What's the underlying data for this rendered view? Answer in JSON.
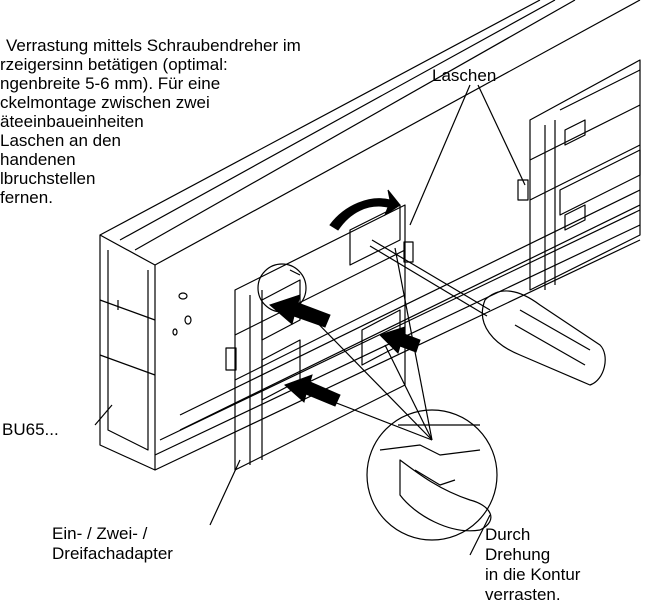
{
  "instruction_lines": [
    "Verrastung mittels Schraubendreher im",
    "rzeigersinn betätigen (optimal:",
    "ngenbreite 5-6 mm). Für eine",
    "ckelmontage zwischen zwei",
    "äteeinbaueinheiten",
    " Laschen an den",
    "handenen",
    "lbruchstellen",
    "fernen."
  ],
  "labels": {
    "laschen": "Laschen",
    "bu65": "BU65...",
    "adapter_line1": "Ein- / Zwei- /",
    "adapter_line2": "Dreifachadapter",
    "durch_line1": "Durch",
    "durch_line2": "Drehung",
    "durch_line3": "in die Kontur",
    "durch_line4": "verrasten."
  },
  "colors": {
    "line": "#000000",
    "background": "#ffffff",
    "arrow_fill": "#000000"
  }
}
